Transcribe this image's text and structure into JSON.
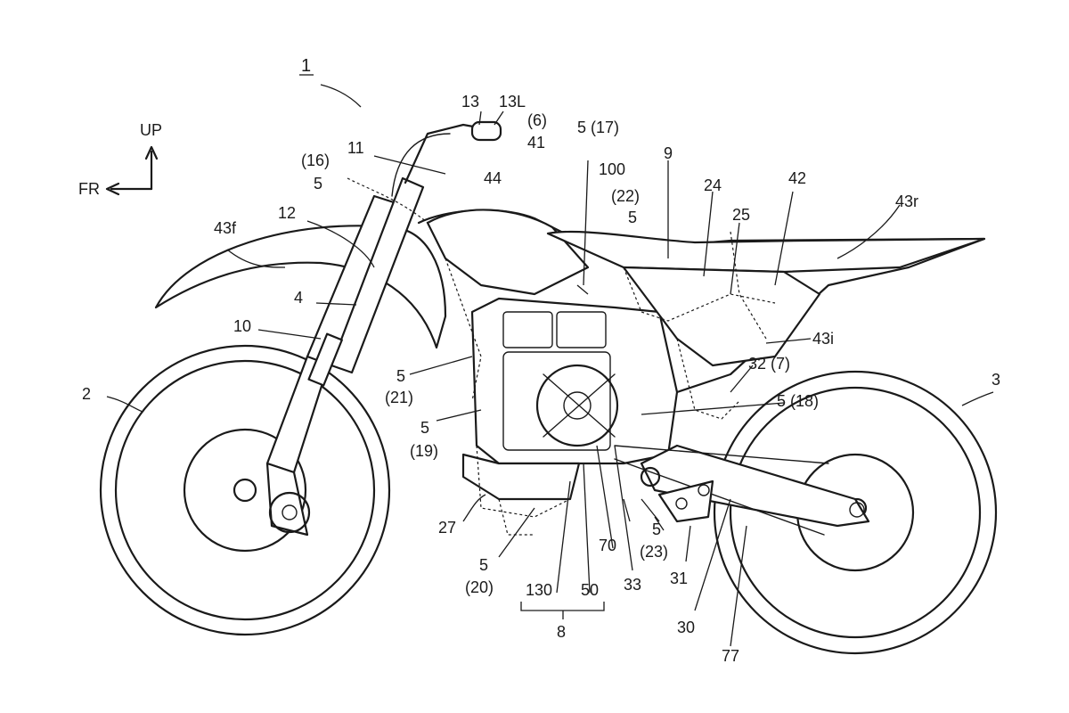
{
  "figure": {
    "directions": {
      "up": "UP",
      "front": "FR"
    },
    "reference_numerals": {
      "vehicle": "1",
      "front_wheel": "2",
      "rear_wheel": "3",
      "front_fork": "4",
      "handle": "13",
      "handle_left": "13L",
      "head_pipe_top": "11",
      "head_pipe": "12",
      "fork_tube": "10",
      "paren_16": "(16)",
      "frame_5_16": "5",
      "front_fender": "43f",
      "tank_cover": "44",
      "paren_6": "(6)",
      "tank": "41",
      "frame_main": "5 (17)",
      "seat": "9",
      "battery_unit": "100",
      "paren_22": "(22)",
      "frame_5_22": "5",
      "part_24": "24",
      "part_25": "25",
      "side_cover": "42",
      "rear_fender": "43r",
      "inner_fender": "43i",
      "arm_32": "32 (7)",
      "frame_5_21": "5",
      "paren_21": "(21)",
      "frame_5_19": "5",
      "paren_19": "(19)",
      "frame_5_18": "5 (18)",
      "skid_plate": "27",
      "frame_5_20": "5",
      "paren_20": "(20)",
      "part_130": "130",
      "part_50": "50",
      "group_8": "8",
      "part_70": "70",
      "part_33": "33",
      "frame_5_23": "5",
      "paren_23": "(23)",
      "linkage_31": "31",
      "swingarm": "30",
      "chain": "77"
    }
  }
}
